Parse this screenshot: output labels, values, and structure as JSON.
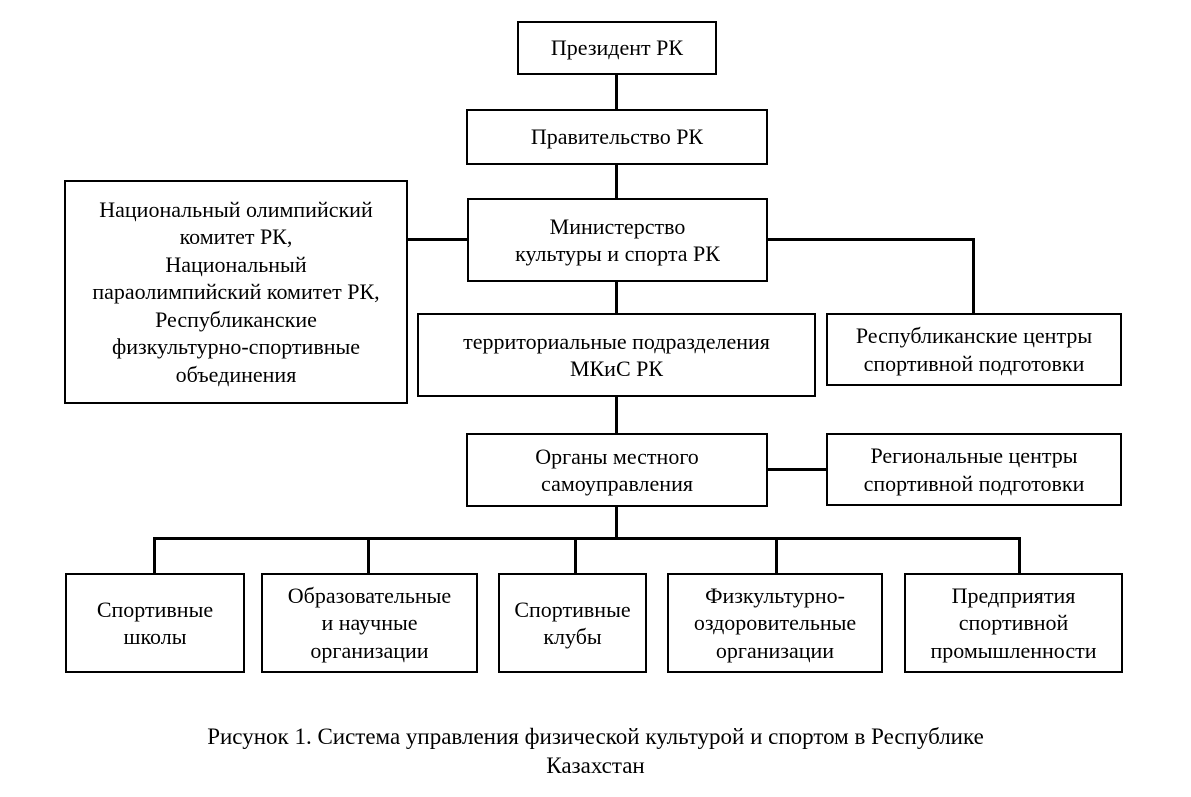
{
  "figure": {
    "nodes": {
      "president": "Президент РК",
      "government": "Правительство РК",
      "olympic_committees": "Национальный олимпийский\nкомитет РК,\nНациональный\nпараолимпийский комитет РК,\nРеспубликанские\nфизкультурно-спортивные\nобъединения",
      "ministry": "Министерство\nкультуры и спорта РК",
      "territorial_divisions": "территориальные подразделения\nМКиС РК",
      "republican_centers": "Республиканские центры\nспортивной подготовки",
      "local_government": "Органы местного\nсамоуправления",
      "regional_centers": "Региональные центры\nспортивной подготовки",
      "sport_schools": "Спортивные\nшколы",
      "educational_organizations": "Образовательные\nи научные\nорганизации",
      "sport_clubs": "Спортивные\nклубы",
      "fitness_organizations": "Физкультурно-\nоздоровительные\nорганизации",
      "sport_industry_enterprises": "Предприятия\nспортивной\nпромышленности"
    },
    "caption": "Рисунок 1. Система управления физической культурой и спортом в Республике\nКазахстан",
    "colors": {
      "background": "#ffffff",
      "line": "#000000",
      "text": "#000000"
    }
  }
}
